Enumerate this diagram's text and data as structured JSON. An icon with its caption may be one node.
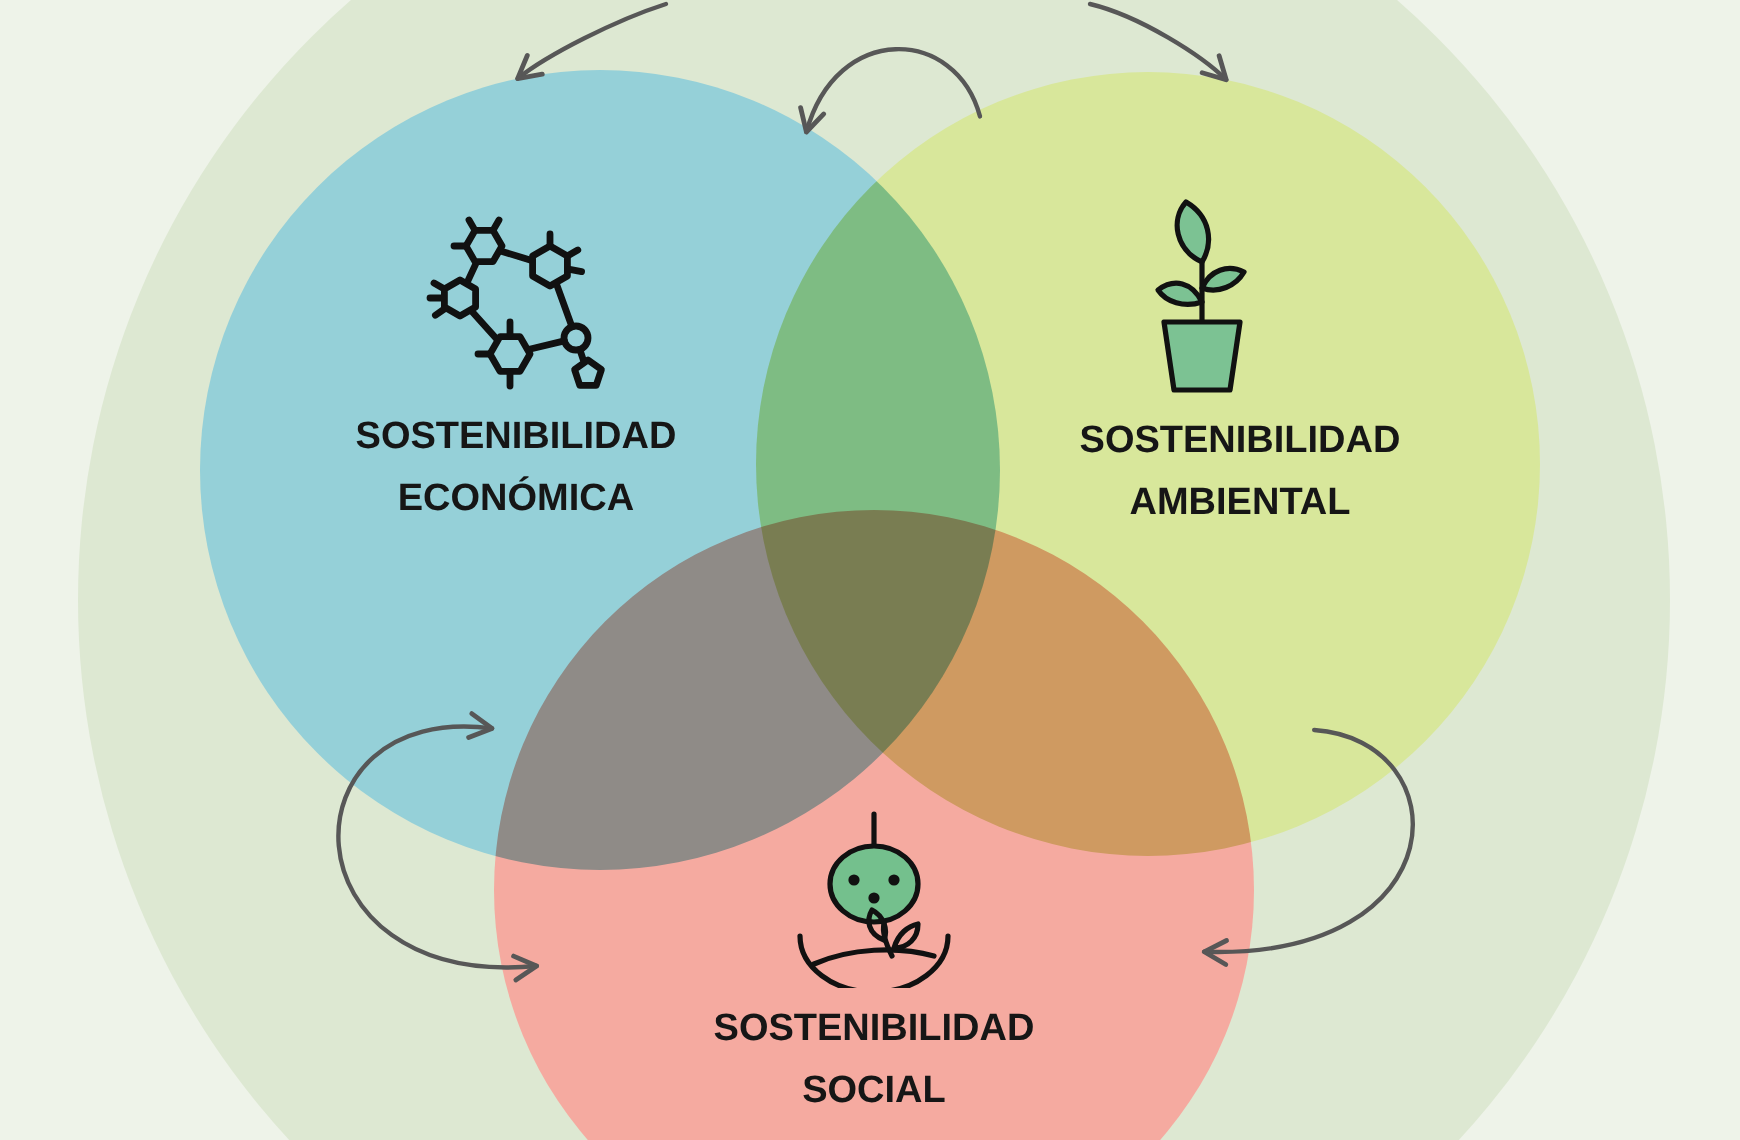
{
  "diagram": {
    "nodes": [
      {
        "text": [],
        "shape": "circle"
      },
      {
        "text": [
          "SOSTENIBILIDAD ECONÓMICA"
        ],
        "in": 0
      },
      {
        "text": [
          "SOSTENIBILIDAD AMBIENTAL"
        ],
        "in": 0
      },
      {
        "text": [
          "SOSTENIBILIDAD SOCIAL"
        ],
        "in": 0
      }
    ],
    "edges": [
      {
        "from": null,
        "to": 1,
        "arrow": "to"
      },
      {
        "from": null,
        "to": 2,
        "arrow": "to"
      },
      {
        "from": 2,
        "to": 1,
        "arrow": "to"
      },
      {
        "from": 1,
        "to": 3,
        "arrow": "both"
      },
      {
        "from": 2,
        "to": 3,
        "arrow": "to"
      }
    ]
  }
}
